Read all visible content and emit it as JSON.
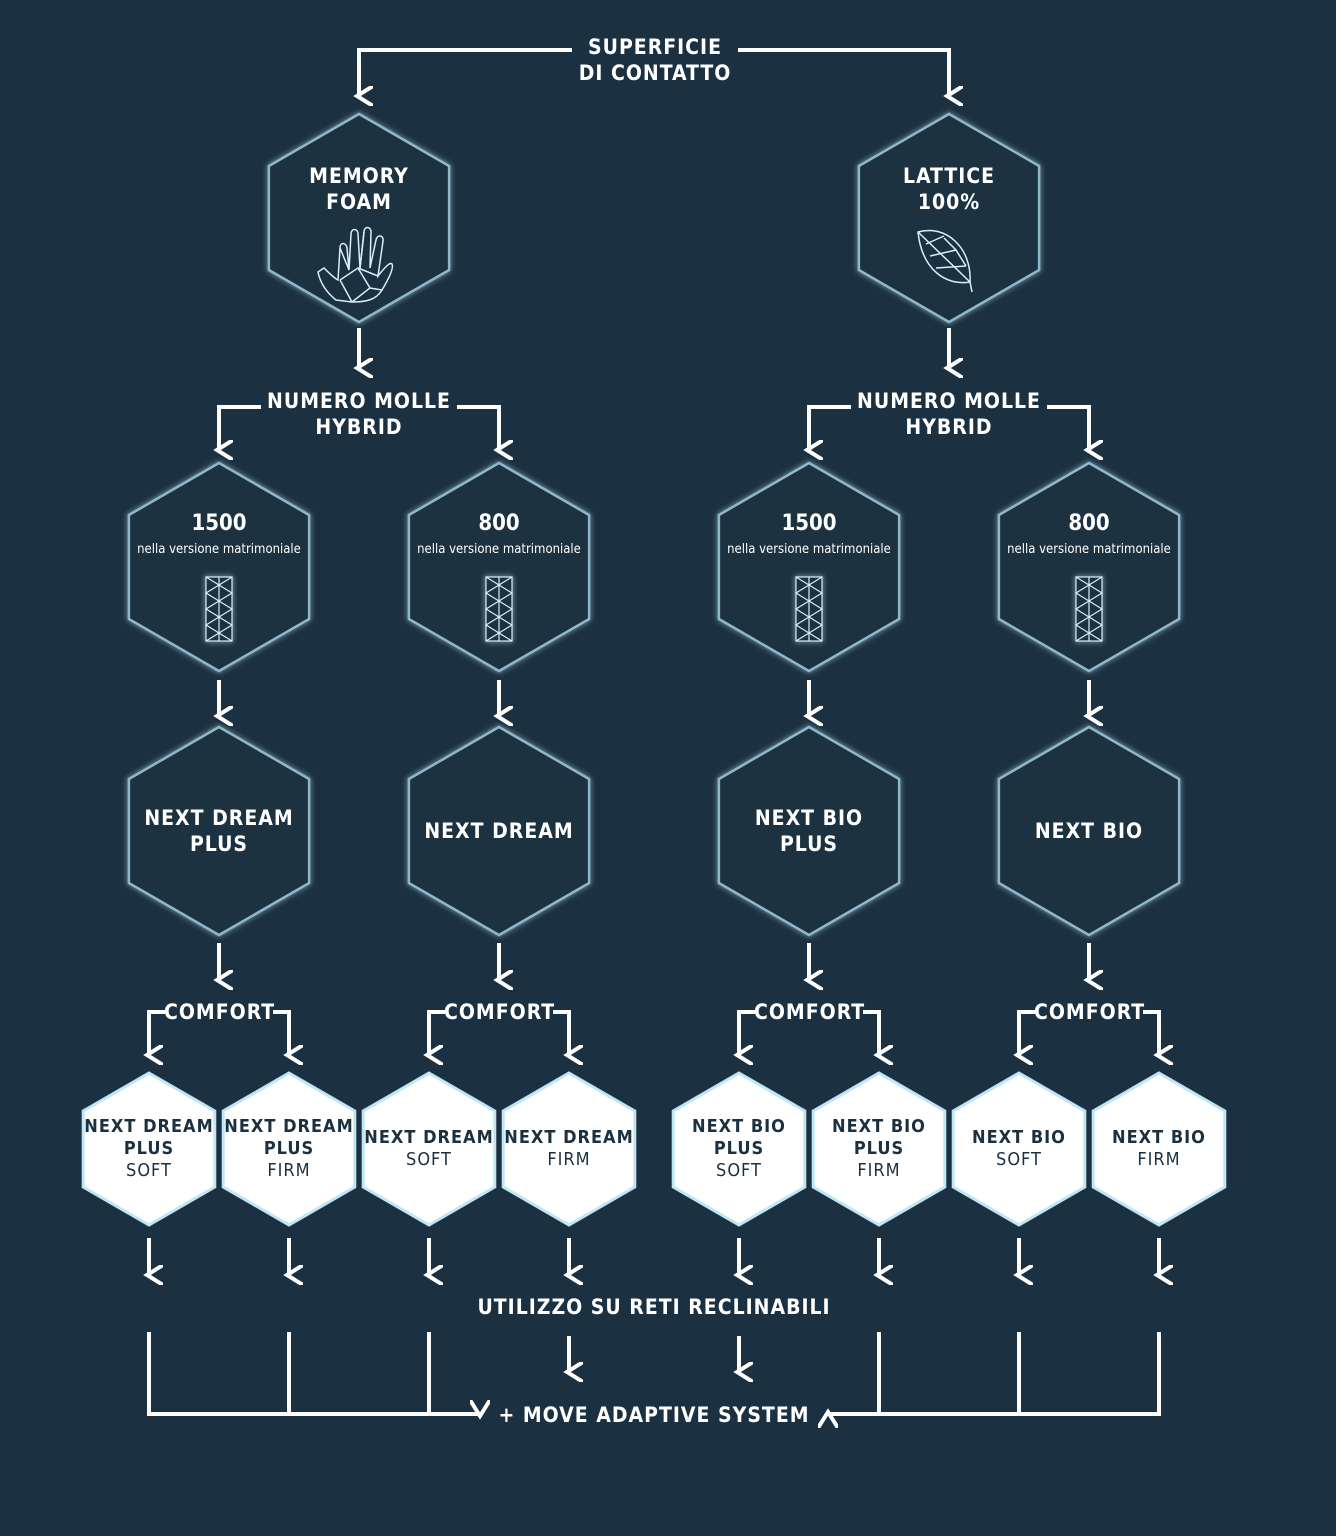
{
  "top_label": "SUPERFICIE\nDI CONTATTO",
  "materials": [
    {
      "label": "MEMORY\nFOAM",
      "icon": "hand-icon"
    },
    {
      "label": "LATTICE\n100%",
      "icon": "leaf-icon"
    }
  ],
  "springs_label": "NUMERO MOLLE\nHYBRID",
  "spring_options": [
    {
      "count": "1500",
      "note": "nella versione matrimoniale",
      "icon": "spring-icon"
    },
    {
      "count": "800",
      "note": "nella versione matrimoniale",
      "icon": "spring-icon"
    },
    {
      "count": "1500",
      "note": "nella versione matrimoniale",
      "icon": "spring-icon"
    },
    {
      "count": "800",
      "note": "nella versione matrimoniale",
      "icon": "spring-icon"
    }
  ],
  "models": [
    "NEXT DREAM\nPLUS",
    "NEXT DREAM",
    "NEXT BIO\nPLUS",
    "NEXT BIO"
  ],
  "comfort_label": "COMFORT",
  "variants": [
    {
      "name": "NEXT DREAM\nPLUS",
      "firmness": "SOFT"
    },
    {
      "name": "NEXT DREAM\nPLUS",
      "firmness": "FIRM"
    },
    {
      "name": "NEXT DREAM",
      "firmness": "SOFT"
    },
    {
      "name": "NEXT DREAM",
      "firmness": "FIRM"
    },
    {
      "name": "NEXT BIO\nPLUS",
      "firmness": "SOFT"
    },
    {
      "name": "NEXT BIO\nPLUS",
      "firmness": "FIRM"
    },
    {
      "name": "NEXT BIO",
      "firmness": "SOFT"
    },
    {
      "name": "NEXT BIO",
      "firmness": "FIRM"
    }
  ],
  "reclining_label": "UTILIZZO SU RETI RECLINABILI",
  "move_label": "+ MOVE ADAPTIVE SYSTEM",
  "colors": {
    "background": "#1b3040",
    "hex_stroke": "#8fb6c9",
    "glow": "#4a9fc4",
    "white": "#ffffff",
    "light_blue": "#bfe6f5"
  }
}
